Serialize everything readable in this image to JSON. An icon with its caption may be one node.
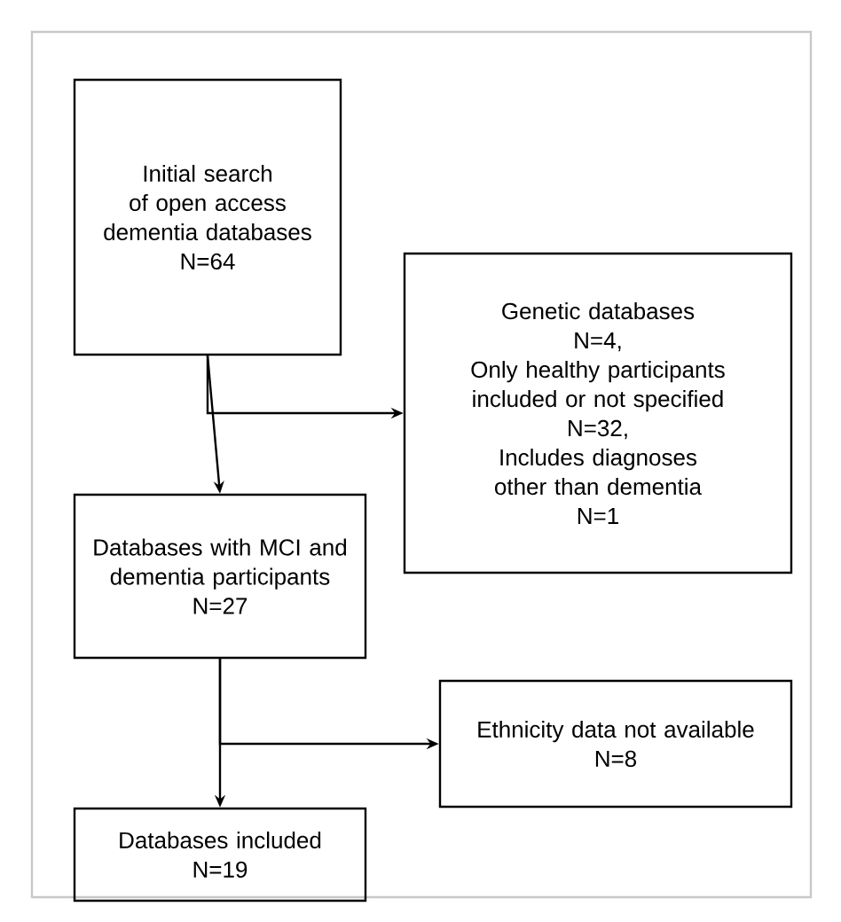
{
  "diagram": {
    "nodes": [
      {
        "text": [
          "Initial search of open access dementia databases",
          "N=64"
        ]
      },
      {
        "text": [
          "Genetic databases",
          "N=4,",
          "Only healthy participants included or not specified",
          "N=32,",
          "Includes diagnoses other than dementia",
          "N=1"
        ]
      },
      {
        "text": [
          "Databases with MCI and dementia participants",
          "N=27"
        ]
      },
      {
        "text": [
          "Ethnicity data not available",
          "N=8"
        ]
      },
      {
        "text": [
          "Databases included",
          "N=19"
        ]
      }
    ],
    "edges": [
      {
        "from": 0,
        "to": 2,
        "arrow": "to"
      },
      {
        "from": 0,
        "to": 1,
        "arrow": "to"
      },
      {
        "from": 2,
        "to": 4,
        "arrow": "to"
      },
      {
        "from": 2,
        "to": 3,
        "arrow": "to"
      }
    ]
  }
}
